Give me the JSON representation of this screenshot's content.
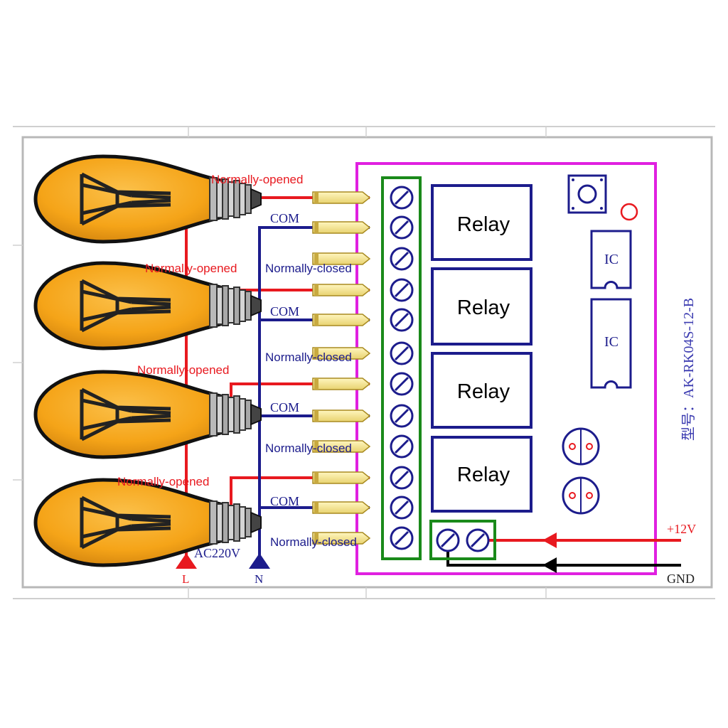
{
  "labels": {
    "normally_opened": "Normally-opened",
    "normally_closed": "Normally-closed",
    "com": "COM",
    "relay": "Relay",
    "ic": "IC",
    "ac220v": "AC220V",
    "live": "L",
    "neutral": "N",
    "plus12v": "+12V",
    "gnd": "GND",
    "model": "型号：AK-RK04S-12-B"
  },
  "colors": {
    "live_wire": "#e8191f",
    "neutral_wire": "#1c1c8c",
    "board_outline": "#e020e0",
    "terminal_block": "#1a8a1a",
    "relay_box": "#1c1c8c",
    "bulb_fill": "#f5a418",
    "ground_wire": "#000000"
  },
  "channels": [
    {
      "relay": "Relay",
      "no": "Normally-opened",
      "com": "COM",
      "nc": "Normally-closed"
    },
    {
      "relay": "Relay",
      "no": "Normally-opened",
      "com": "COM",
      "nc": "Normally-closed"
    },
    {
      "relay": "Relay",
      "no": "Normally-opened",
      "com": "COM",
      "nc": "Normally-closed"
    },
    {
      "relay": "Relay",
      "no": "Normally-opened",
      "com": "COM",
      "nc": "Normally-closed"
    }
  ]
}
